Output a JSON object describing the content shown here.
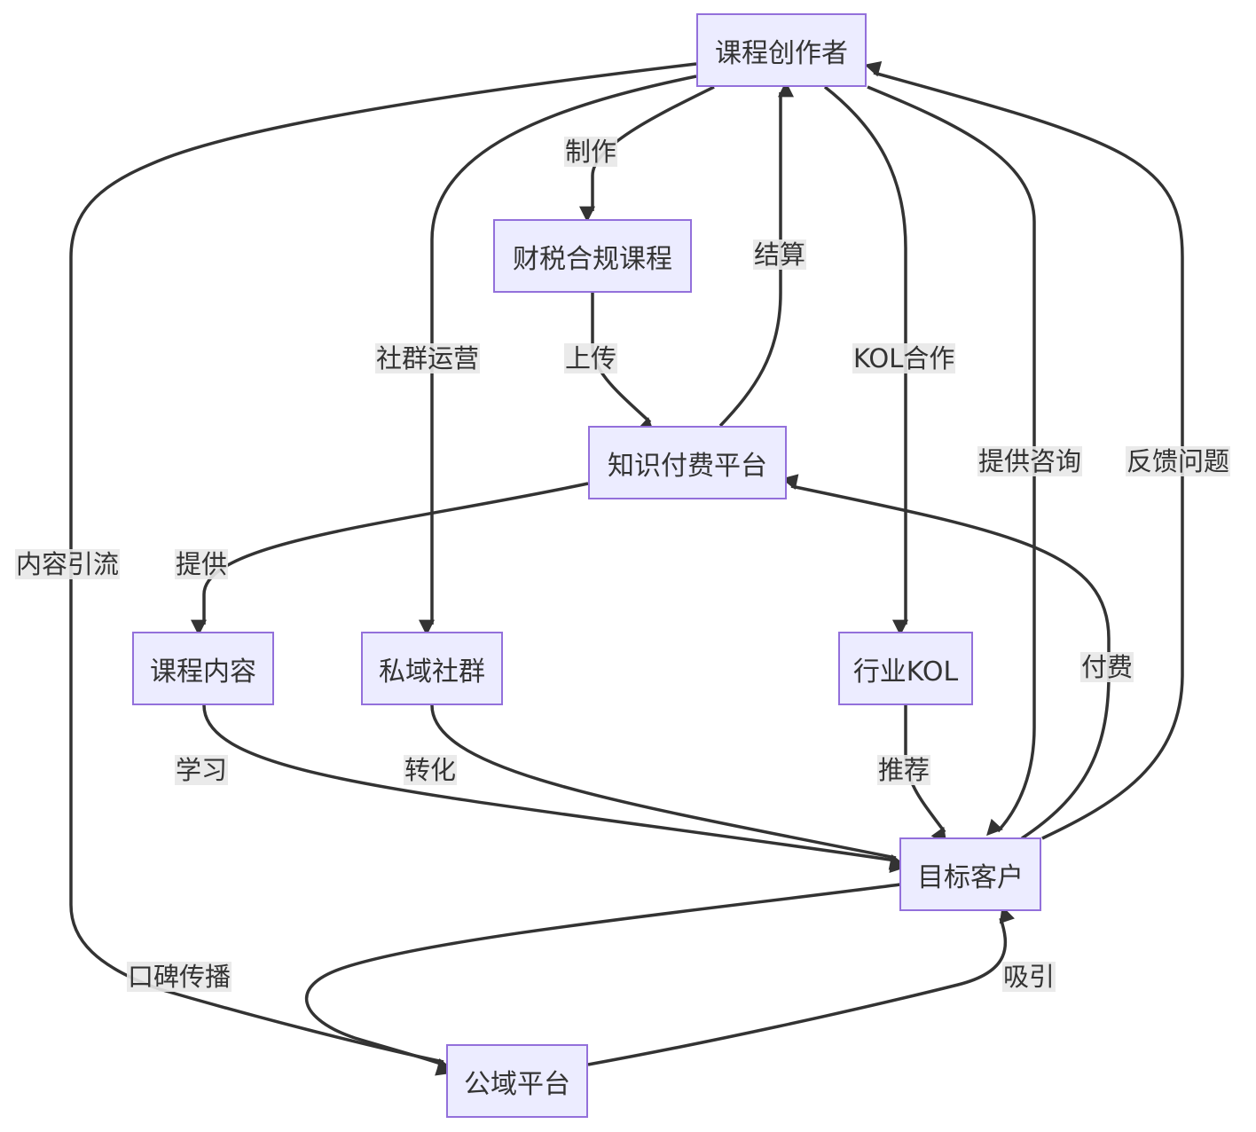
{
  "nodes": {
    "creator": "课程创作者",
    "course": "财税合规课程",
    "platform": "知识付费平台",
    "content": "课程内容",
    "community": "私域社群",
    "kol": "行业KOL",
    "customer": "目标客户",
    "public": "公域平台"
  },
  "edges": {
    "make": "制作",
    "upload": "上传",
    "settle": "结算",
    "community_ops": "社群运营",
    "kol_coop": "KOL合作",
    "consult": "提供咨询",
    "feedback": "反馈问题",
    "content_traffic": "内容引流",
    "provide": "提供",
    "pay": "付费",
    "learn": "学习",
    "convert": "转化",
    "recommend": "推荐",
    "word_of_mouth": "口碑传播",
    "attract": "吸引"
  },
  "colors": {
    "node_fill": "#ececff",
    "node_border": "#9370db",
    "edge": "#333333",
    "label_bg": "#e8e8e8"
  }
}
